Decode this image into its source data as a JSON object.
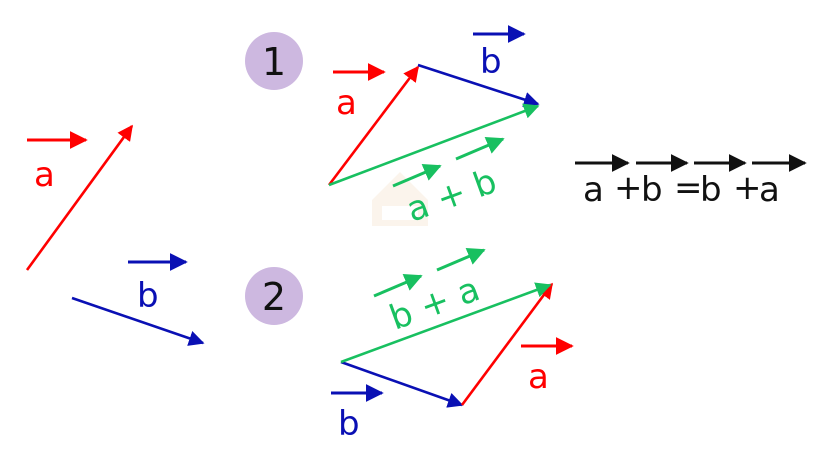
{
  "colors": {
    "a": "#ff0000",
    "b": "#0a10b4",
    "sum": "#18c060",
    "badge": "#cdb8e0",
    "text": "#111111"
  },
  "labels": {
    "a": "a",
    "b": "b",
    "step1": "1",
    "step2": "2",
    "sum1": "a + b",
    "sum2": "b + a"
  },
  "equation": {
    "left_a": "a",
    "plus1": "+",
    "left_b": "b",
    "equals": "=",
    "right_b": "b",
    "plus2": "+",
    "right_a": "a"
  }
}
